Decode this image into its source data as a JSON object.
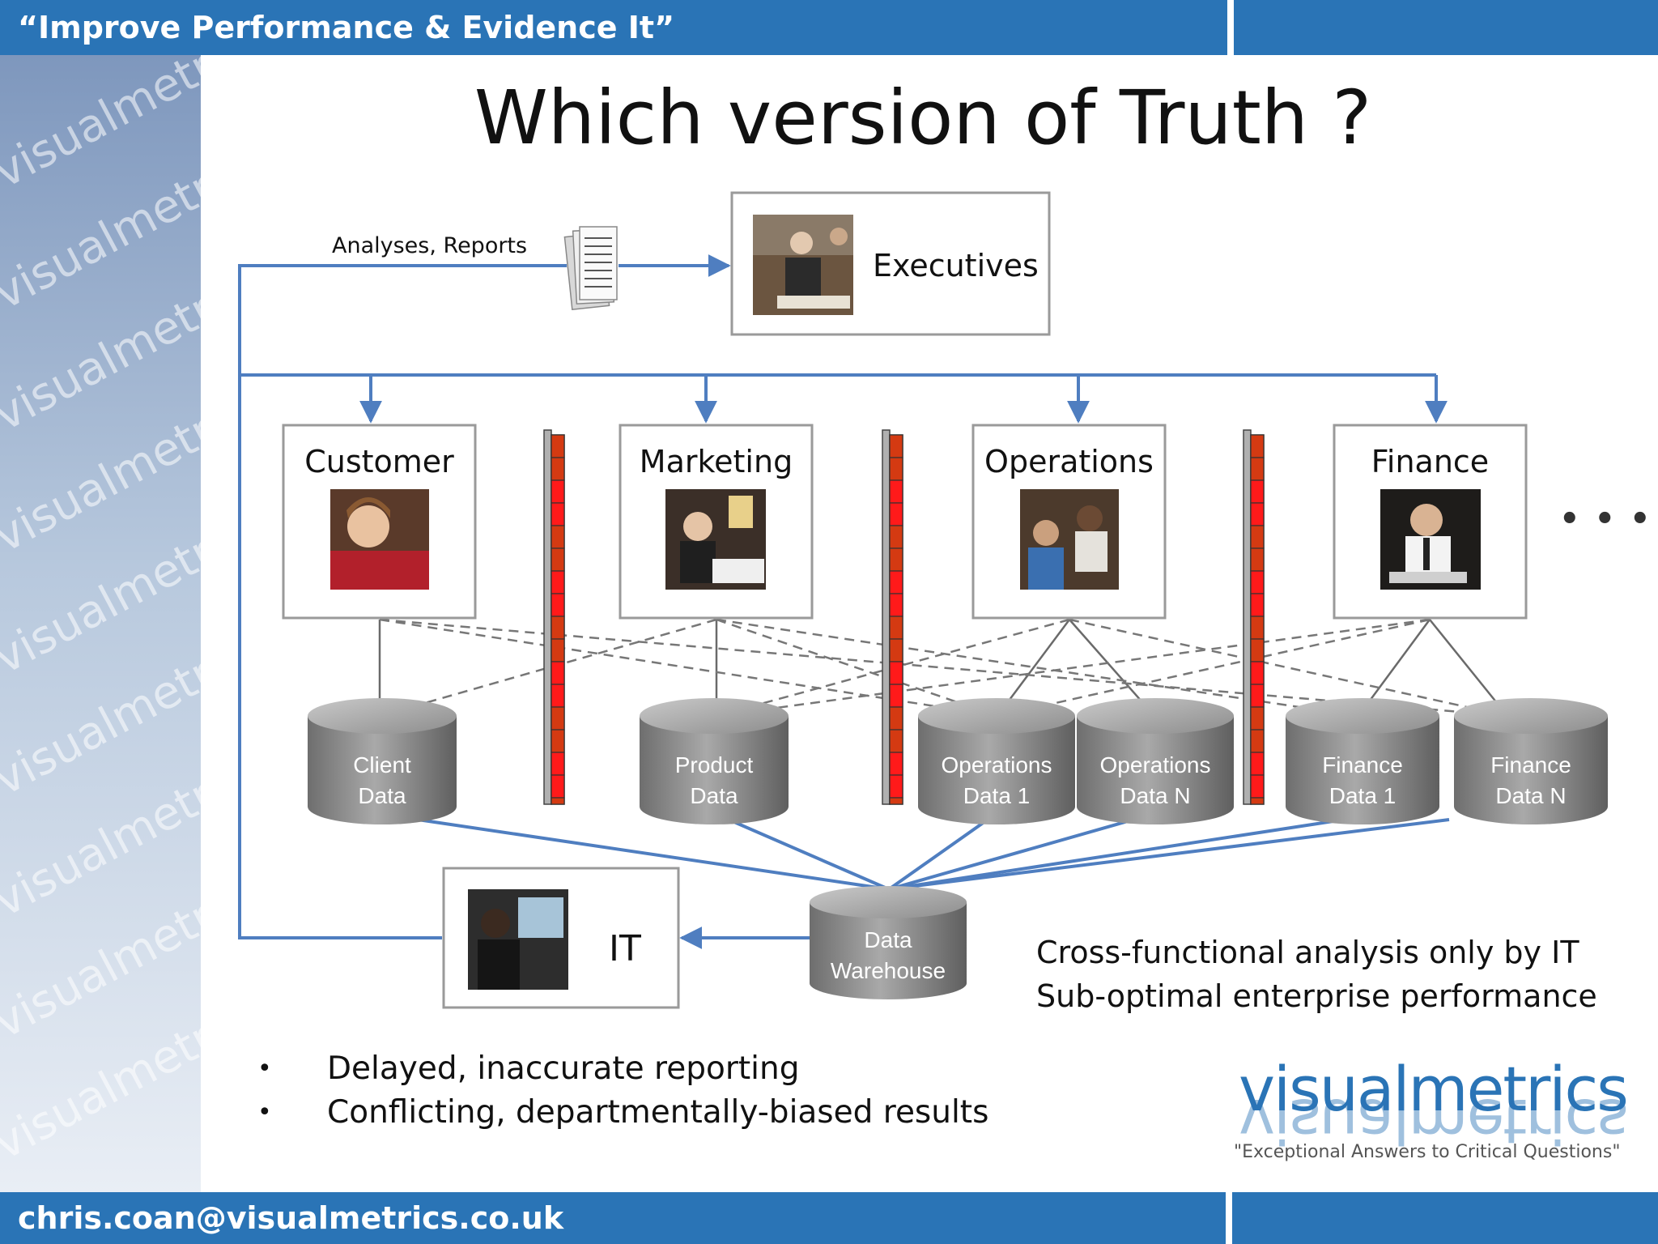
{
  "header": {
    "title": "“Improve Performance & Evidence It”"
  },
  "footer": {
    "email": "chris.coan@visualmetrics.co.uk"
  },
  "sidebar": {
    "watermark": "visualmetrics"
  },
  "slide": {
    "title": "Which version of Truth ?"
  },
  "diagram": {
    "flow_label": "Analyses, Reports",
    "executives": "Executives",
    "departments": [
      "Customer",
      "Marketing",
      "Operations",
      "Finance"
    ],
    "ellipsis": "• • •",
    "databases": [
      [
        "Client",
        "Data"
      ],
      [
        "Product",
        "Data"
      ],
      [
        "Operations",
        "Data 1"
      ],
      [
        "Operations",
        "Data N"
      ],
      [
        "Finance",
        "Data 1"
      ],
      [
        "Finance",
        "Data N"
      ]
    ],
    "warehouse": [
      "Data",
      "Warehouse"
    ],
    "it": "IT",
    "notes": [
      "Cross-functional analysis only by IT",
      "Sub-optimal enterprise performance"
    ]
  },
  "bullets": [
    "Delayed, inaccurate reporting",
    "Conflicting, departmentally-biased results"
  ],
  "logo": {
    "brand": "visualmetrics",
    "tagline": "\"Exceptional Answers to Critical Questions\""
  },
  "colors": {
    "bar": "#2a74b6",
    "line": "#4f7ec0",
    "wall_red": "#d43a12",
    "wall_bright": "#ff1a1a"
  }
}
